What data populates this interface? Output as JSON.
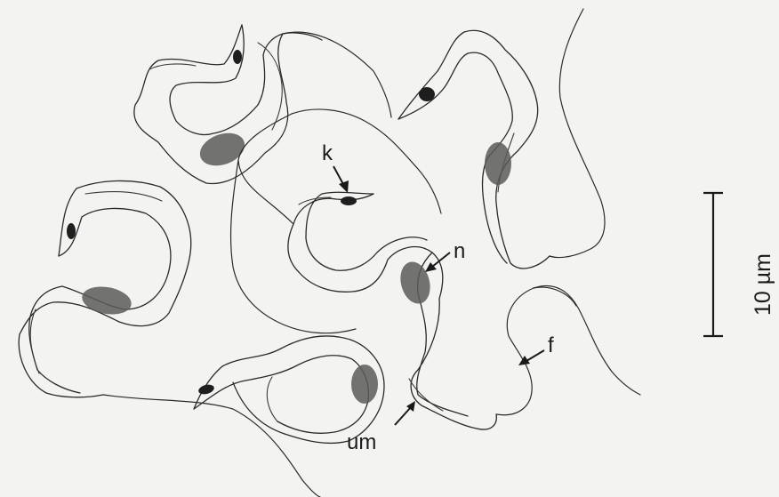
{
  "labels": {
    "kinetoplast": "k",
    "nucleus": "n",
    "flagellum": "f",
    "undulating_membrane": "um"
  },
  "scale_bar": {
    "text": "10 µm"
  }
}
